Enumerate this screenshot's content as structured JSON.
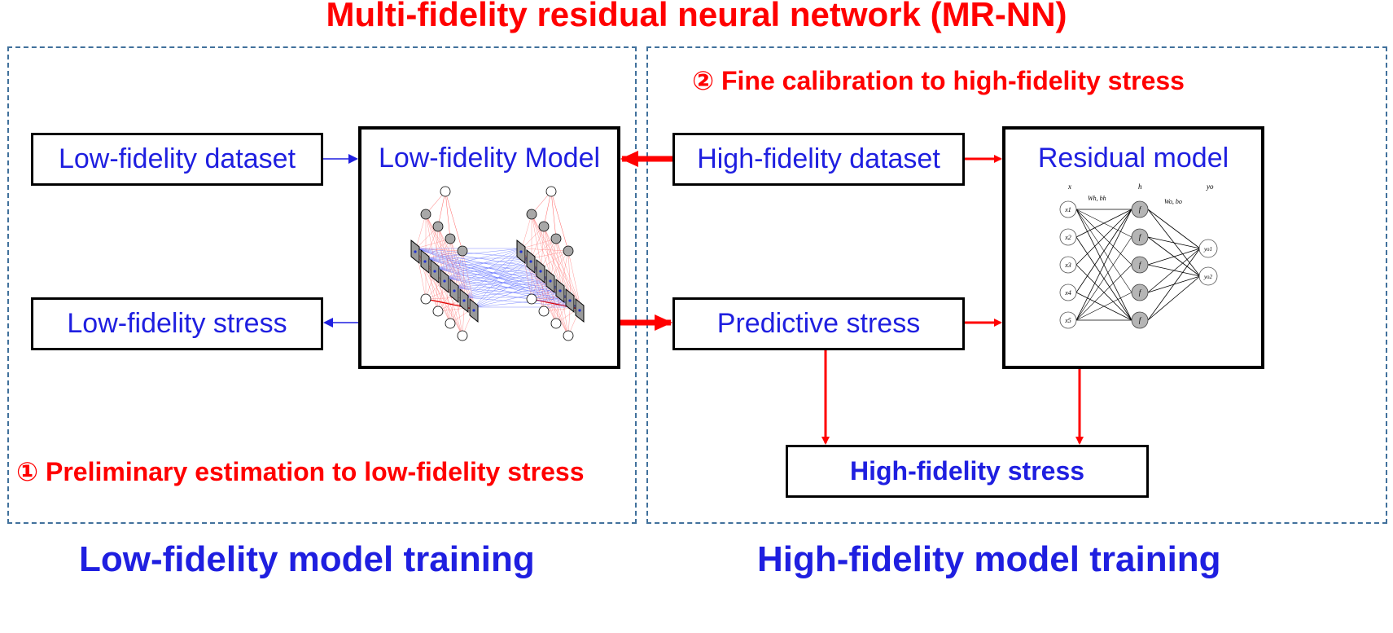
{
  "title": "Multi-fidelity residual neural network (MR-NN)",
  "left_panel": {
    "step_label": "① Preliminary estimation to low-fidelity stress",
    "caption": "Low-fidelity model training",
    "low_fidelity_dataset": "Low-fidelity dataset",
    "low_fidelity_model": "Low-fidelity Model",
    "low_fidelity_stress": "Low-fidelity stress"
  },
  "right_panel": {
    "step_label": "② Fine calibration to high-fidelity stress",
    "caption": "High-fidelity model training",
    "high_fidelity_dataset": "High-fidelity dataset",
    "predictive_stress": "Predictive stress",
    "residual_model": "Residual model",
    "high_fidelity_stress": "High-fidelity stress"
  },
  "residual_network": {
    "layer_labels": [
      "x",
      "h",
      "yo"
    ],
    "input_nodes": [
      "x1",
      "x2",
      "x3",
      "x4",
      "x5"
    ],
    "hidden_nodes": [
      "f",
      "f",
      "f",
      "f",
      "f"
    ],
    "output_nodes": [
      "yo1",
      "yo2"
    ],
    "weight_labels": [
      "Wh, bh",
      "Wo, bo"
    ]
  },
  "colors": {
    "title_red": "#ff0000",
    "text_blue": "#1f1fe0",
    "panel_dash": "#41719c",
    "arrow_red": "#ff0000",
    "arrow_blue": "#1f1fe0"
  }
}
